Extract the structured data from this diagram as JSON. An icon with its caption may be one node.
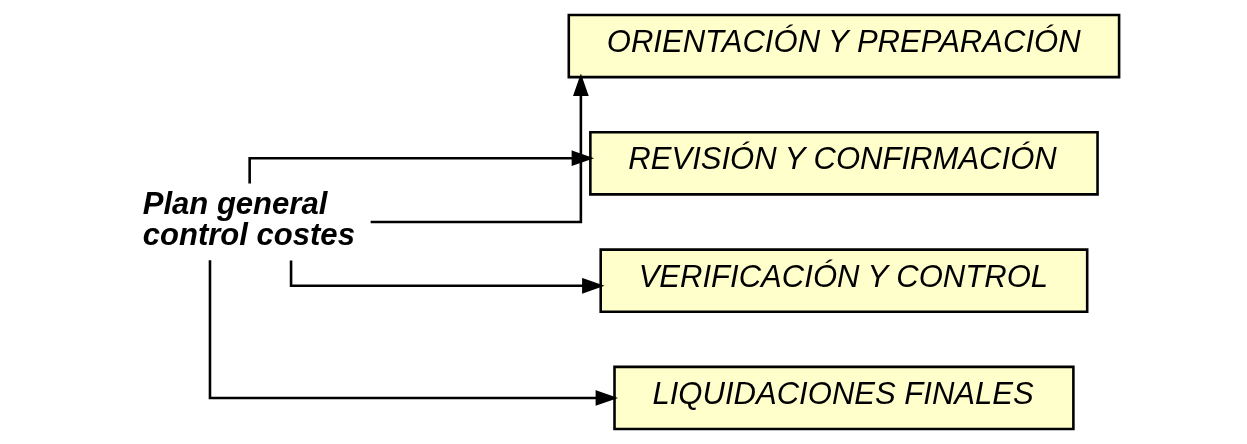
{
  "diagram": {
    "nodes": [
      {
        "text": [
          "Plan general control costes"
        ]
      },
      {
        "text": [
          "ORIENTACIÓN Y PREPARACIÓN"
        ]
      },
      {
        "text": [
          "REVISIÓN Y CONFIRMACIÓN"
        ]
      },
      {
        "text": [
          "VERIFICACIÓN Y CONTROL"
        ]
      },
      {
        "text": [
          "LIQUIDACIONES FINALES"
        ]
      }
    ],
    "edges": [
      {
        "from": 0,
        "to": 1,
        "arrow": "to"
      },
      {
        "from": 0,
        "to": 2,
        "arrow": "to"
      },
      {
        "from": 0,
        "to": 3,
        "arrow": "to"
      },
      {
        "from": 0,
        "to": 4,
        "arrow": "to"
      }
    ]
  }
}
